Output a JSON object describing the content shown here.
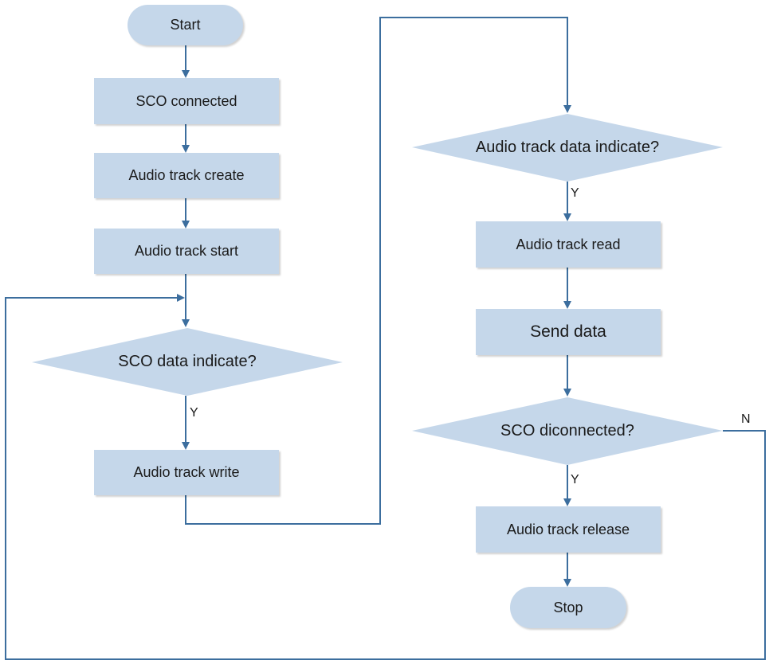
{
  "colors": {
    "node_fill": "#c5d7ea",
    "connector": "#3c6e9e",
    "text": "#1a1a1a"
  },
  "nodes": {
    "start": "Start",
    "sco_connected": "SCO connected",
    "audio_track_create": "Audio track create",
    "audio_track_start": "Audio track start",
    "sco_data_indicate": "SCO data indicate?",
    "audio_track_write": "Audio track write",
    "audio_track_data_indicate": "Audio track data indicate?",
    "audio_track_read": "Audio track read",
    "send_data": "Send data",
    "sco_disconnected": "SCO diconnected?",
    "audio_track_release": "Audio track release",
    "stop": "Stop"
  },
  "edge_labels": {
    "sco_data_yes": "Y",
    "audio_track_data_yes": "Y",
    "sco_disconnected_yes": "Y",
    "sco_disconnected_no": "N"
  }
}
